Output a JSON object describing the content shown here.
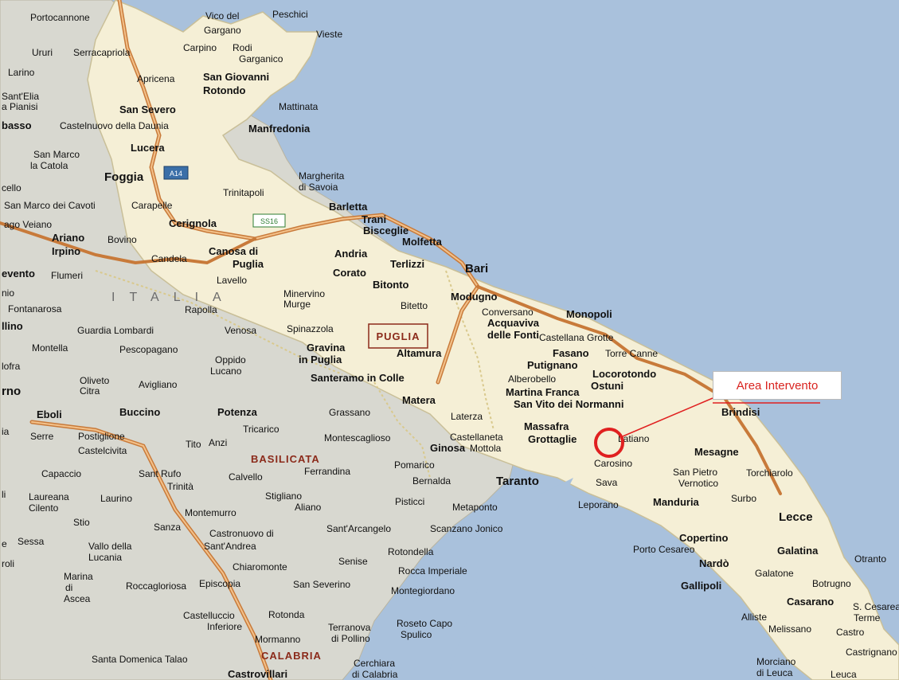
{
  "map": {
    "region_labels": [
      "PUGLIA",
      "BASILICATA",
      "CALABRIA"
    ],
    "country_label": "ITALIA",
    "road_labels": [
      "A14",
      "SS16"
    ],
    "annotation": {
      "label": "Area Intervento",
      "color": "#d9231f"
    },
    "colors": {
      "sea": "#a9c1dc",
      "land_puglia": "#f5efd6",
      "land_other": "#d8d8d0",
      "highway": "#c87a3a",
      "marker": "#e02020"
    },
    "places": [
      {
        "name": "Portocannone"
      },
      {
        "name": "Vico del"
      },
      {
        "name": "Peschici"
      },
      {
        "name": "Gargano"
      },
      {
        "name": "Vieste"
      },
      {
        "name": "Ururi"
      },
      {
        "name": "Serracapriola"
      },
      {
        "name": "Carpino"
      },
      {
        "name": "Rodi"
      },
      {
        "name": "Garganico"
      },
      {
        "name": "Larino"
      },
      {
        "name": "Apricena"
      },
      {
        "name": "San Giovanni"
      },
      {
        "name": "Rotondo"
      },
      {
        "name": "Sant'Elia"
      },
      {
        "name": "a Pianisi"
      },
      {
        "name": "San Severo"
      },
      {
        "name": "Mattinata"
      },
      {
        "name": "basso"
      },
      {
        "name": "Castelnuovo della Daunia"
      },
      {
        "name": "Manfredonia"
      },
      {
        "name": "San Marco"
      },
      {
        "name": "la Catola"
      },
      {
        "name": "Lucera"
      },
      {
        "name": "Foggia"
      },
      {
        "name": "Margherita"
      },
      {
        "name": "di Savoia"
      },
      {
        "name": "cello"
      },
      {
        "name": "Trinitapoli"
      },
      {
        "name": "San Marco dei Cavoti"
      },
      {
        "name": "Carapelle"
      },
      {
        "name": "Barletta"
      },
      {
        "name": "ago Veiano"
      },
      {
        "name": "Cerignola"
      },
      {
        "name": "Trani"
      },
      {
        "name": "Bisceglie"
      },
      {
        "name": "Ariano"
      },
      {
        "name": "Irpino"
      },
      {
        "name": "Bovino"
      },
      {
        "name": "Molfetta"
      },
      {
        "name": "Candela"
      },
      {
        "name": "Canosa di"
      },
      {
        "name": "Puglia"
      },
      {
        "name": "Andria"
      },
      {
        "name": "Terlizzi"
      },
      {
        "name": "Bari"
      },
      {
        "name": "evento"
      },
      {
        "name": "Flumeri"
      },
      {
        "name": "Corato"
      },
      {
        "name": "Bitonto"
      },
      {
        "name": "nio"
      },
      {
        "name": "Lavello"
      },
      {
        "name": "Minervino"
      },
      {
        "name": "Murge"
      },
      {
        "name": "Modugno"
      },
      {
        "name": "Fontanarosa"
      },
      {
        "name": "Rapolla"
      },
      {
        "name": "Bitetto"
      },
      {
        "name": "Conversano"
      },
      {
        "name": "Monopoli"
      },
      {
        "name": "llino"
      },
      {
        "name": "Guardia Lombardi"
      },
      {
        "name": "Venosa"
      },
      {
        "name": "Spinazzola"
      },
      {
        "name": "Acquaviva"
      },
      {
        "name": "delle Fonti"
      },
      {
        "name": "Castellana Grotte"
      },
      {
        "name": "Montella"
      },
      {
        "name": "Pescopagano"
      },
      {
        "name": "Gravina"
      },
      {
        "name": "in Puglia"
      },
      {
        "name": "Altamura"
      },
      {
        "name": "Fasano"
      },
      {
        "name": "Torre Canne"
      },
      {
        "name": "lofra"
      },
      {
        "name": "Oppido"
      },
      {
        "name": "Lucano"
      },
      {
        "name": "Putignano"
      },
      {
        "name": "Oliveto"
      },
      {
        "name": "Citra"
      },
      {
        "name": "Avigliano"
      },
      {
        "name": "Santeramo in Colle"
      },
      {
        "name": "Alberobello"
      },
      {
        "name": "Locorotondo"
      },
      {
        "name": "Ostuni"
      },
      {
        "name": "rno"
      },
      {
        "name": "Martina Franca"
      },
      {
        "name": "Matera"
      },
      {
        "name": "San Vito dei Normanni"
      },
      {
        "name": "Eboli"
      },
      {
        "name": "Buccino"
      },
      {
        "name": "Potenza"
      },
      {
        "name": "Grassano"
      },
      {
        "name": "Laterza"
      },
      {
        "name": "Brindisi"
      },
      {
        "name": "Massafra"
      },
      {
        "name": "ia"
      },
      {
        "name": "Serre"
      },
      {
        "name": "Postiglione"
      },
      {
        "name": "Tricarico"
      },
      {
        "name": "Castellaneta"
      },
      {
        "name": "Grottaglie"
      },
      {
        "name": "Latiano"
      },
      {
        "name": "Castelcivita"
      },
      {
        "name": "Tito"
      },
      {
        "name": "Anzi"
      },
      {
        "name": "Montescaglioso"
      },
      {
        "name": "Ginosa"
      },
      {
        "name": "Mottola"
      },
      {
        "name": "Mesagne"
      },
      {
        "name": "Capaccio"
      },
      {
        "name": "Sant Rufo"
      },
      {
        "name": "Calvello"
      },
      {
        "name": "Ferrandina"
      },
      {
        "name": "Pomarico"
      },
      {
        "name": "Carosino"
      },
      {
        "name": "San Pietro"
      },
      {
        "name": "Vernotico"
      },
      {
        "name": "Torchiarolo"
      },
      {
        "name": "Trinità"
      },
      {
        "name": "Bernalda"
      },
      {
        "name": "Taranto"
      },
      {
        "name": "Sava"
      },
      {
        "name": "li"
      },
      {
        "name": "Laureana"
      },
      {
        "name": "Cilento"
      },
      {
        "name": "Laurino"
      },
      {
        "name": "Stigliano"
      },
      {
        "name": "Pisticci"
      },
      {
        "name": "Metaponto"
      },
      {
        "name": "Leporano"
      },
      {
        "name": "Manduria"
      },
      {
        "name": "Surbo"
      },
      {
        "name": "Stio"
      },
      {
        "name": "Montemurro"
      },
      {
        "name": "Aliano"
      },
      {
        "name": "Lecce"
      },
      {
        "name": "e"
      },
      {
        "name": "Sessa"
      },
      {
        "name": "Sanza"
      },
      {
        "name": "Castronuovo di"
      },
      {
        "name": "Sant'Andrea"
      },
      {
        "name": "Sant'Arcangelo"
      },
      {
        "name": "Scanzano Jonico"
      },
      {
        "name": "Copertino"
      },
      {
        "name": "Vallo della"
      },
      {
        "name": "Lucania"
      },
      {
        "name": "Rotondella"
      },
      {
        "name": "Porto Cesareo"
      },
      {
        "name": "Galatina"
      },
      {
        "name": "roli"
      },
      {
        "name": "Chiaromonte"
      },
      {
        "name": "Senise"
      },
      {
        "name": "Nardò"
      },
      {
        "name": "Otranto"
      },
      {
        "name": "Marina"
      },
      {
        "name": "di"
      },
      {
        "name": "Ascea"
      },
      {
        "name": "Roccagloriosa"
      },
      {
        "name": "Episcopia"
      },
      {
        "name": "Rocca Imperiale"
      },
      {
        "name": "Galatone"
      },
      {
        "name": "Botrugno"
      },
      {
        "name": "San Severino"
      },
      {
        "name": "Montegiordano"
      },
      {
        "name": "Gallipoli"
      },
      {
        "name": "Casarano"
      },
      {
        "name": "S. Cesarea"
      },
      {
        "name": "Terme"
      },
      {
        "name": "Castelluccio"
      },
      {
        "name": "Inferiore"
      },
      {
        "name": "Rotonda"
      },
      {
        "name": "Terranova"
      },
      {
        "name": "di Pollino"
      },
      {
        "name": "Roseto Capo"
      },
      {
        "name": "Spulico"
      },
      {
        "name": "Alliste"
      },
      {
        "name": "Melissano"
      },
      {
        "name": "Castro"
      },
      {
        "name": "Mormanno"
      },
      {
        "name": "Santa Domenica Talao"
      },
      {
        "name": "Cerchiara"
      },
      {
        "name": "di Calabria"
      },
      {
        "name": "Castrignano"
      },
      {
        "name": "Morciano"
      },
      {
        "name": "di Leuca"
      },
      {
        "name": "Leuca"
      },
      {
        "name": "Castrovillari"
      }
    ]
  }
}
